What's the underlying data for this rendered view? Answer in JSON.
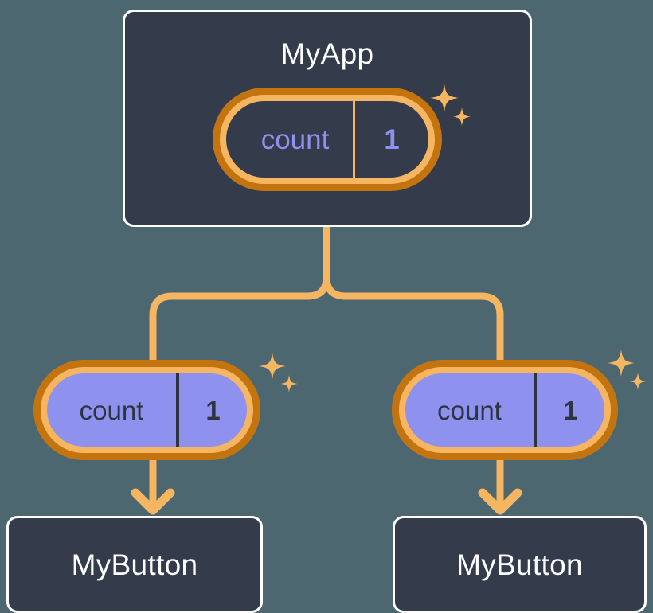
{
  "diagram": {
    "title": "MyApp component tree with propagated count state",
    "background_color": "#4c676f",
    "accent_colors": {
      "ring_outer": "#c4740f",
      "ring_inner": "#f6b661",
      "connector": "#f6b661",
      "state_purple": "#8e91ed",
      "box_fill": "#343b4b",
      "box_border": "#ffffff"
    }
  },
  "nodes": {
    "root": {
      "label": "MyApp",
      "state": {
        "key": "count",
        "value": "1"
      }
    },
    "children": [
      {
        "label": "MyButton",
        "state": {
          "key": "count",
          "value": "1"
        }
      },
      {
        "label": "MyButton",
        "state": {
          "key": "count",
          "value": "1"
        }
      }
    ]
  },
  "icons": {
    "sparkle_large": "sparkle-four-point-icon",
    "sparkle_small": "sparkle-four-point-small-icon",
    "arrow_down": "arrow-down-icon",
    "branch": "branch-connector-icon"
  }
}
